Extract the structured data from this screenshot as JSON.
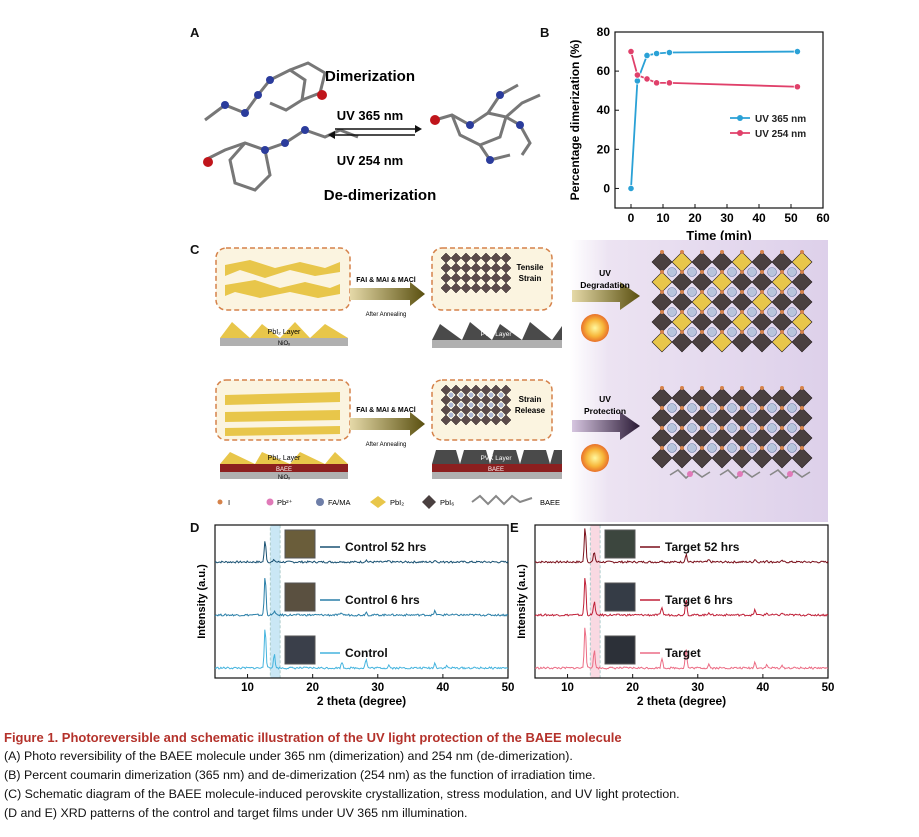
{
  "panels": {
    "a": {
      "letter": "A",
      "dimerization": "Dimerization",
      "uv365": "UV 365 nm",
      "uv254": "UV 254 nm",
      "dedimerization": "De-dimerization"
    },
    "b": {
      "letter": "B"
    },
    "c": {
      "letter": "C",
      "top": {
        "left_layer": "PbI₂ Layer",
        "left_sub": "NiOₓ",
        "arrow1": "FAI & MAI & MACl",
        "arrow1_sub": "After Annealing",
        "mid_label": "Tensile\nStrain",
        "mid_layer": "PVK Layer",
        "uv": "UV",
        "uv_sub": "Degradation"
      },
      "bottom": {
        "left_layer": "PbI₂ Layer",
        "left_baee": "BAEE",
        "left_sub": "NiOₓ",
        "arrow1": "FAI & MAI & MACl",
        "arrow1_sub": "After Annealing",
        "mid_label": "Strain\nRelease",
        "mid_layer": "PVK Layer",
        "mid_baee": "BAEE",
        "uv": "UV",
        "uv_sub": "Protection"
      },
      "legend": [
        "I",
        "Pb²⁺",
        "FA/MA",
        "PbI₂",
        "PbI₆",
        "BAEE"
      ],
      "colors": {
        "purple": "#e6dcef",
        "yellow": "#e8c64a",
        "dark": "#4a4040",
        "orange": "#d5824a",
        "nio": "#b0b0b0",
        "baee": "#8c1f1f"
      }
    },
    "d": {
      "letter": "D"
    },
    "e": {
      "letter": "E"
    }
  },
  "chart_data": [
    {
      "type": "line",
      "panel": "B",
      "xlabel": "Time (min)",
      "ylabel": "Percentage dimerization (%)",
      "xlim": [
        -5,
        60
      ],
      "ylim": [
        -10,
        80
      ],
      "xticks": [
        0,
        10,
        20,
        30,
        40,
        50,
        60
      ],
      "yticks": [
        0,
        20,
        40,
        60,
        80
      ],
      "legend_position": "right",
      "series": [
        {
          "name": "UV 365 nm",
          "color": "#2aa1d6",
          "x": [
            0,
            2,
            5,
            8,
            12,
            52
          ],
          "y": [
            0,
            55,
            68,
            69,
            69.5,
            70
          ]
        },
        {
          "name": "UV 254 nm",
          "color": "#e0406a",
          "x": [
            0,
            2,
            5,
            8,
            12,
            52
          ],
          "y": [
            70,
            58,
            56,
            54,
            54,
            52
          ]
        }
      ]
    },
    {
      "type": "line",
      "panel": "D",
      "xlabel": "2 theta (degree)",
      "ylabel": "Intensity (a.u.)",
      "xlim": [
        5,
        50
      ],
      "xticks": [
        10,
        20,
        30,
        40,
        50
      ],
      "highlight_range": [
        13.5,
        15
      ],
      "highlight_color": "#a8d8ef",
      "series": [
        {
          "name": "Control 52 hrs",
          "color": "#1a5273"
        },
        {
          "name": "Control 6 hrs",
          "color": "#2a7fa8"
        },
        {
          "name": "Control",
          "color": "#45b4de"
        }
      ],
      "peaks": [
        {
          "x": 12.7,
          "h": [
            22,
            40,
            42
          ]
        },
        {
          "x": 14.1,
          "h": [
            2,
            4,
            14
          ]
        },
        {
          "x": 24.5,
          "h": [
            1,
            2,
            6
          ]
        },
        {
          "x": 28.2,
          "h": [
            2,
            3,
            9
          ]
        },
        {
          "x": 31.7,
          "h": [
            1,
            1,
            3
          ]
        },
        {
          "x": 38.8,
          "h": [
            2,
            4,
            5
          ]
        },
        {
          "x": 40.6,
          "h": [
            1,
            1,
            2
          ]
        }
      ]
    },
    {
      "type": "line",
      "panel": "E",
      "xlabel": "2 theta (degree)",
      "ylabel": "Intensity (a.u.)",
      "xlim": [
        5,
        50
      ],
      "xticks": [
        10,
        20,
        30,
        40,
        50
      ],
      "highlight_range": [
        13.5,
        15
      ],
      "highlight_color": "#f6c0cf",
      "series": [
        {
          "name": "Target 52 hrs",
          "color": "#7a0f1a"
        },
        {
          "name": "Target 6 hrs",
          "color": "#c02038"
        },
        {
          "name": "Target",
          "color": "#ec6d85"
        }
      ],
      "peaks": [
        {
          "x": 12.7,
          "h": [
            36,
            40,
            44
          ]
        },
        {
          "x": 14.1,
          "h": [
            10,
            14,
            18
          ]
        },
        {
          "x": 24.5,
          "h": [
            2,
            8,
            10
          ]
        },
        {
          "x": 28.2,
          "h": [
            8,
            16,
            20
          ]
        },
        {
          "x": 31.7,
          "h": [
            2,
            3,
            4
          ]
        },
        {
          "x": 38.8,
          "h": [
            3,
            5,
            6
          ]
        },
        {
          "x": 40.6,
          "h": [
            2,
            2,
            3
          ]
        },
        {
          "x": 43.0,
          "h": [
            1,
            2,
            2
          ]
        }
      ]
    }
  ],
  "caption": {
    "title": "Figure 1. Photoreversible and schematic illustration of the UV light protection of the BAEE molecule",
    "lines": [
      "(A) Photo reversibility of the BAEE molecule under 365 nm (dimerization) and 254 nm (de-dimerization).",
      "(B) Percent coumarin dimerization (365 nm) and de-dimerization (254 nm) as the function of irradiation time.",
      "(C) Schematic diagram of the BAEE molecule-induced perovskite crystallization, stress modulation, and UV light protection.",
      "(D and E) XRD patterns of the control and target films under UV 365 nm illumination."
    ]
  }
}
